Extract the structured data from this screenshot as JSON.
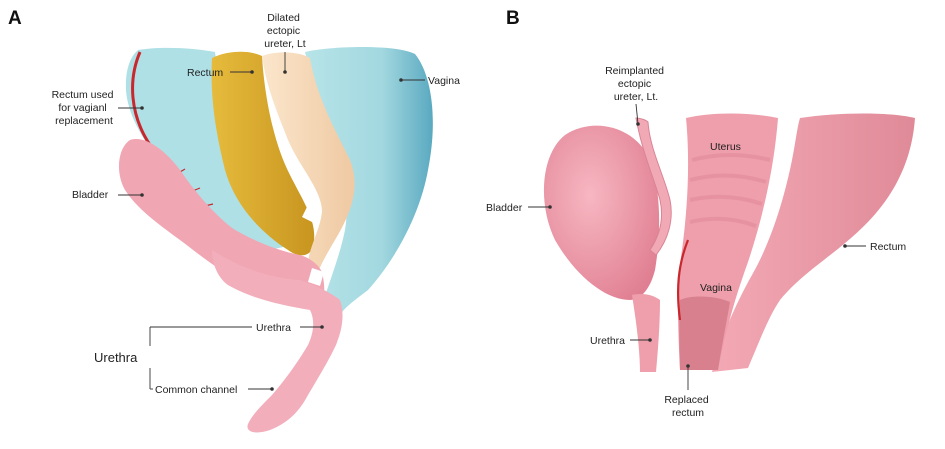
{
  "panels": {
    "a": "A",
    "b": "B"
  },
  "labels_a": {
    "dilated_ureter": [
      "Dilated",
      "ectopic",
      "ureter, Lt"
    ],
    "rectum": "Rectum",
    "vagina": "Vagina",
    "rectum_used": [
      "Rectum used",
      "for vagianl",
      "replacement"
    ],
    "bladder": "Bladder",
    "urethra_inner": "Urethra",
    "urethra_group": "Urethra",
    "common_channel": "Common channel"
  },
  "labels_b": {
    "reimplanted_ureter": [
      "Reimplanted",
      "ectopic",
      "ureter, Lt."
    ],
    "uterus": "Uterus",
    "bladder": "Bladder",
    "rectum": "Rectum",
    "vagina": "Vagina",
    "urethra": "Urethra",
    "replaced_rectum": [
      "Replaced",
      "rectum"
    ]
  },
  "colors": {
    "vagina_blue": "#a9dde3",
    "vagina_blue_dark": "#4ea4bc",
    "rectum_yellow": "#d9aa2e",
    "ureter_peach": "#f6d9b8",
    "bladder_pink": "#f0a6b3",
    "tissue_pink": "#ec9aa6",
    "vessel_red": "#c8282d"
  }
}
